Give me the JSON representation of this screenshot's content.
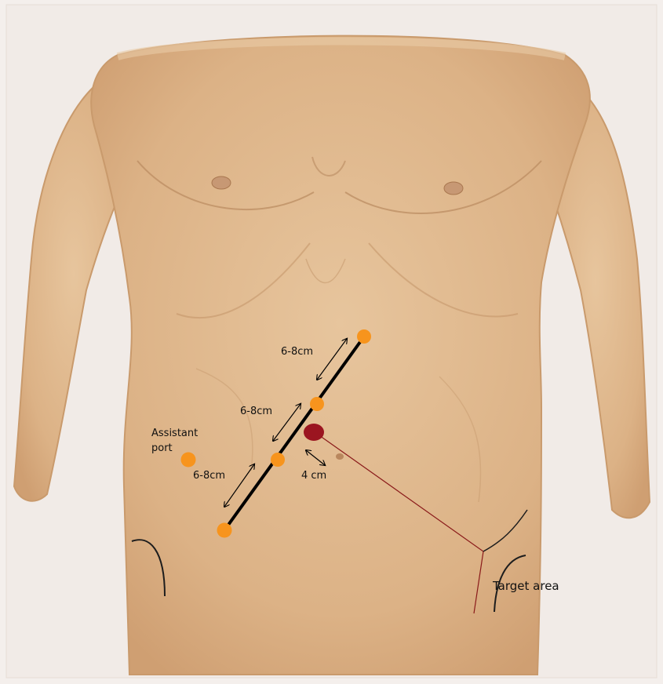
{
  "labels": {
    "dist_top": "6-8cm",
    "dist_middle": "6-8cm",
    "dist_bottom": "6-8cm",
    "dist_target": "4 cm",
    "assistant_line1": "Assistant",
    "assistant_line2": "port",
    "target_area": "Target area"
  },
  "colors": {
    "port": "#f7941d",
    "target": "#9b1520",
    "leader_line": "#8a1a1a",
    "port_line": "#000000",
    "skin": "#ddb389",
    "paper": "#f4efec"
  },
  "icons": {
    "port": "orange-dot",
    "target": "dark-red-dot",
    "distance": "double-headed-arrow"
  }
}
